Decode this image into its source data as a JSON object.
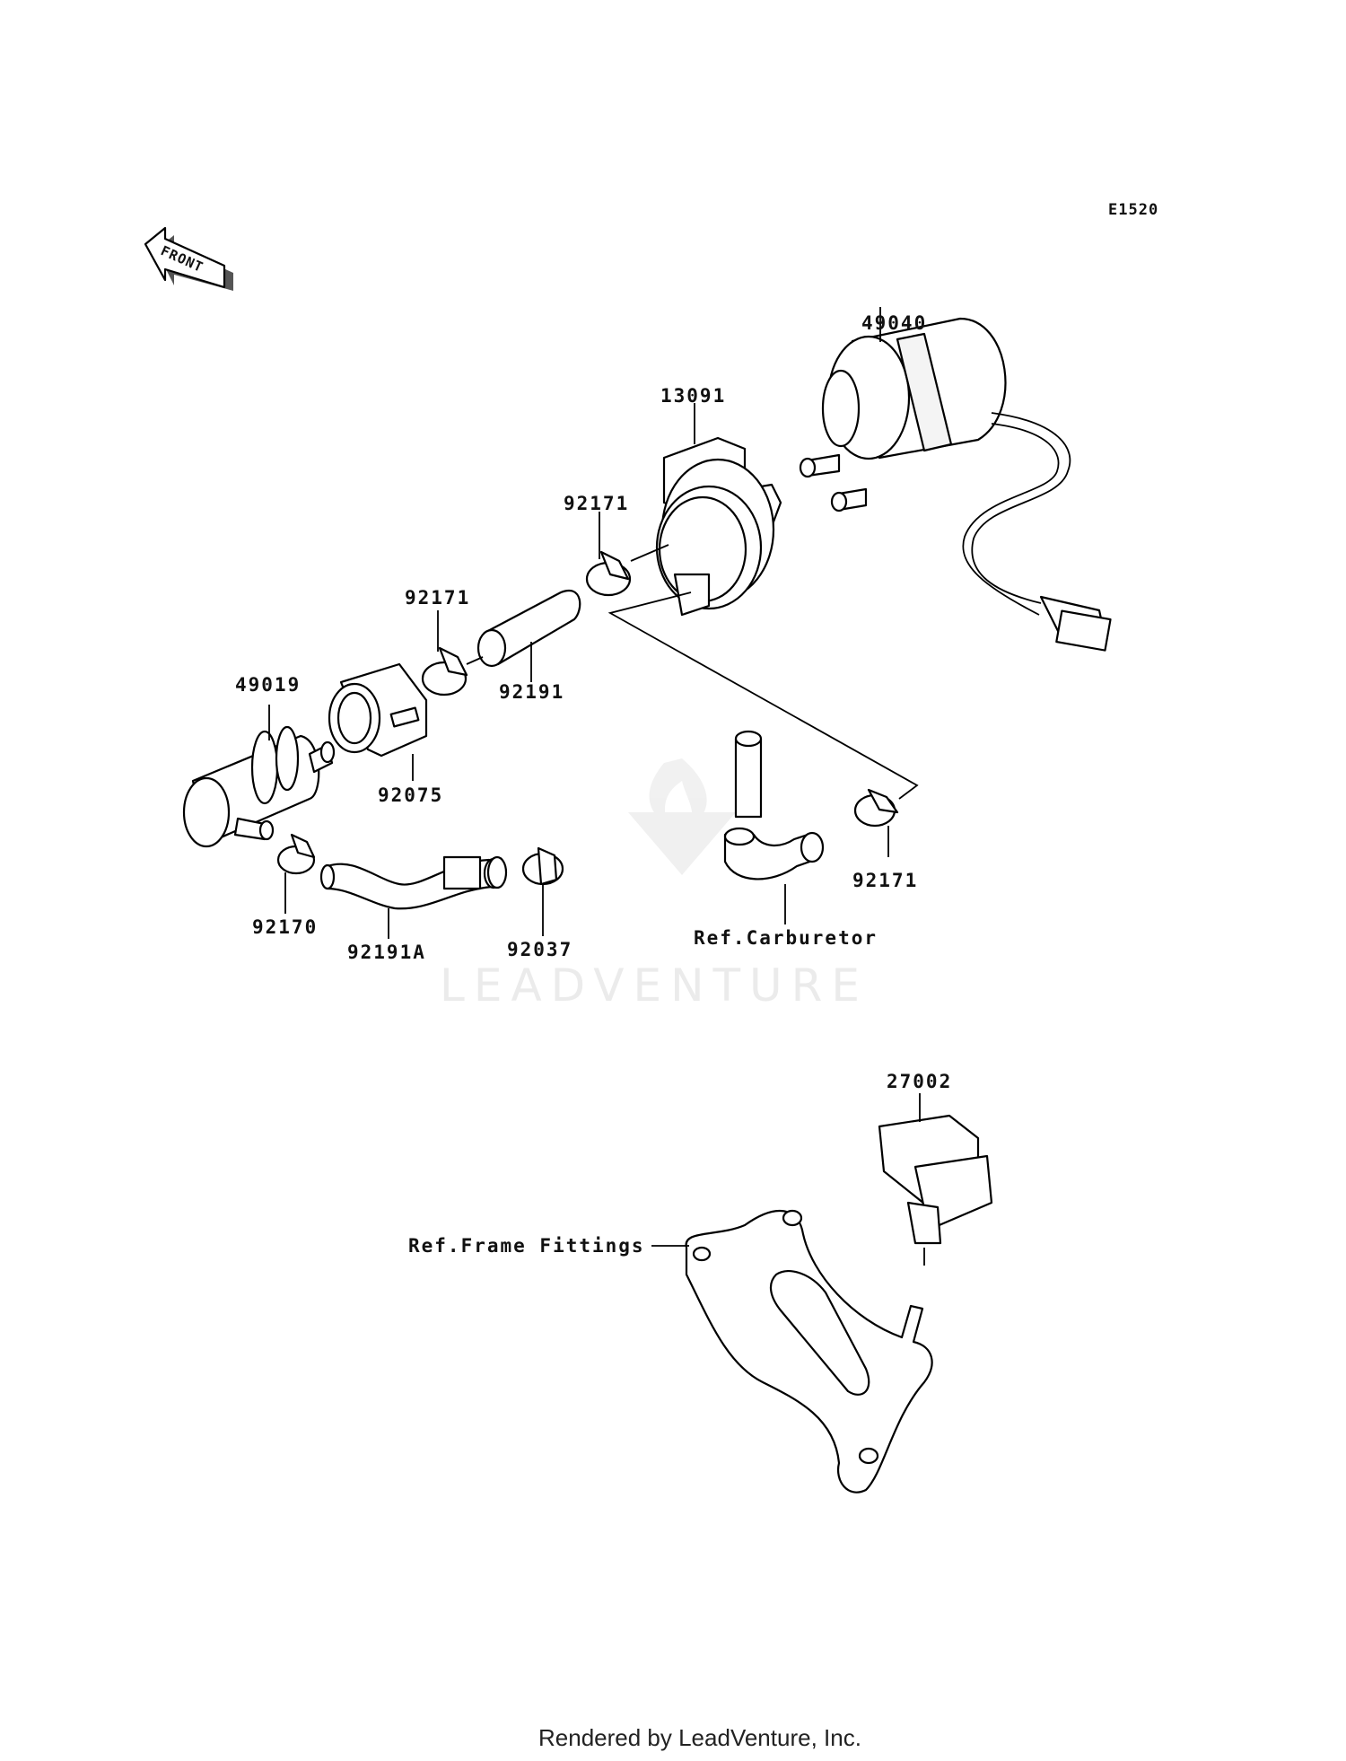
{
  "diagram": {
    "code": "E1520",
    "front_label": "FRONT",
    "watermark": "LEADVENTURE",
    "footer": "Rendered by LeadVenture, Inc.",
    "parts": {
      "p49040": "49040",
      "p13091": "13091",
      "p92171_a": "92171",
      "p92171_b": "92171",
      "p92171_c": "92171",
      "p92191": "92191",
      "p49019": "49019",
      "p92075": "92075",
      "p92170": "92170",
      "p92191A": "92191A",
      "p92037": "92037",
      "p27002": "27002"
    },
    "refs": {
      "carburetor": "Ref.Carburetor",
      "frame": "Ref.Frame Fittings"
    }
  }
}
